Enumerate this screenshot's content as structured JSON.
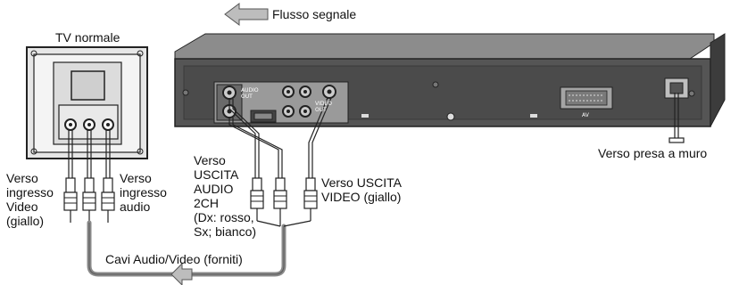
{
  "labels": {
    "signal_flow": "Flusso segnale",
    "tv_title": "TV normale",
    "to_video_input": [
      "Verso",
      "ingresso",
      "Video",
      "(giallo)"
    ],
    "to_audio_input": [
      "Verso",
      "ingresso",
      "audio"
    ],
    "to_audio_output": [
      "Verso",
      "USCITA",
      "AUDIO",
      "2CH",
      "(Dx: rosso,",
      "Sx; bianco)"
    ],
    "to_video_output": [
      "Verso USCITA",
      "VIDEO (giallo)"
    ],
    "to_wall_outlet": "Verso presa a muro",
    "cables": "Cavi Audio/Video (forniti)"
  },
  "panel_labels": {
    "audio_out": "AUDIO OUT",
    "video_out": "VIDEO OUT",
    "av": "AV"
  },
  "colors": {
    "line": "#1a1a1a",
    "device_body": "#4a4a4a",
    "device_panel": "#6a6a6a",
    "arrow_fill": "#bdbdbd",
    "tv_fill": "#e6e6e6"
  }
}
